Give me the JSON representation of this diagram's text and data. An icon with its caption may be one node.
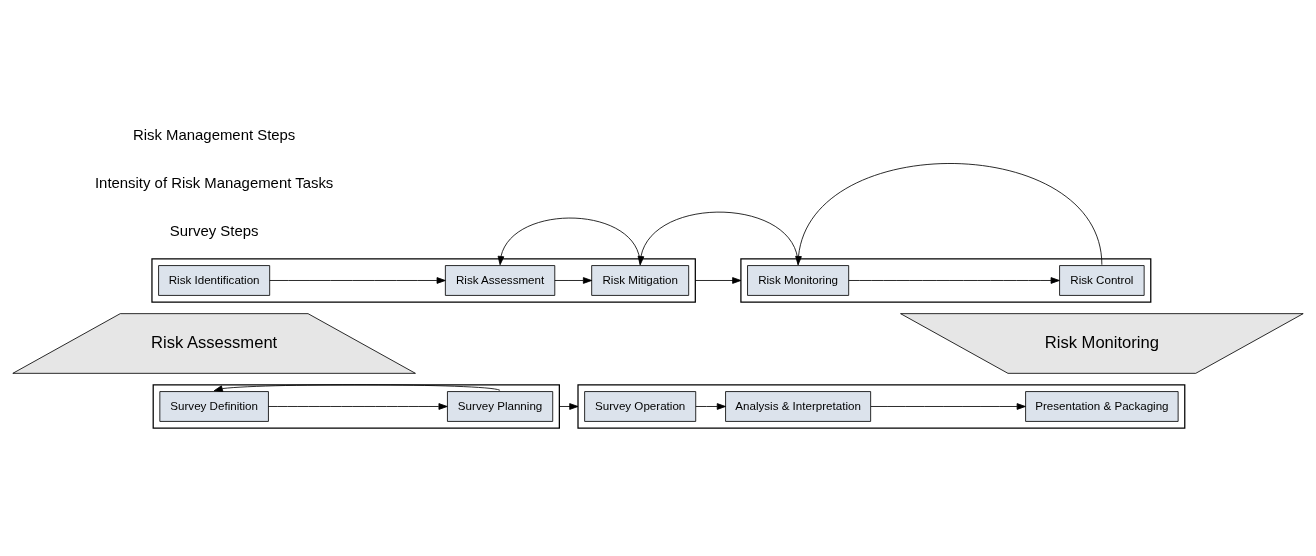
{
  "diagram": {
    "nodes": [
      {
        "text": [],
        "shape": "box"
      },
      {
        "text": [
          "Risk Identification"
        ],
        "in": 0
      },
      {
        "text": [
          "Risk Assessment"
        ],
        "in": 0
      },
      {
        "text": [
          "Risk Mitigation"
        ],
        "in": 0
      },
      {
        "text": [],
        "shape": "box"
      },
      {
        "text": [
          "Risk Monitoring"
        ],
        "in": 4
      },
      {
        "text": [
          "Risk Control"
        ],
        "in": 4
      },
      {
        "text": [
          "Risk Assessment"
        ]
      },
      {
        "text": [
          "Risk Monitoring"
        ]
      },
      {
        "text": [],
        "shape": "box"
      },
      {
        "text": [
          "Survey Definition"
        ],
        "in": 9
      },
      {
        "text": [
          "Survey Planning"
        ],
        "in": 9
      },
      {
        "text": [],
        "shape": "box"
      },
      {
        "text": [
          "Survey Operation"
        ],
        "in": 12
      },
      {
        "text": [
          "Analysis & Interpretation"
        ],
        "in": 12
      },
      {
        "text": [
          "Presentation & Packaging"
        ],
        "in": 12
      }
    ],
    "edges": [
      {
        "from": 1,
        "to": 2,
        "arrow": "to"
      },
      {
        "from": 2,
        "to": 3,
        "arrow": "to"
      },
      {
        "from": 0,
        "to": 4,
        "arrow": "to"
      },
      {
        "from": 5,
        "to": 6,
        "arrow": "to"
      },
      {
        "from": 3,
        "to": 2,
        "arrow": "to"
      },
      {
        "from": 5,
        "to": 3,
        "arrow": "to"
      },
      {
        "from": 6,
        "to": 5,
        "arrow": "to"
      },
      {
        "from": 10,
        "to": 11,
        "arrow": "to"
      },
      {
        "from": 9,
        "to": 12,
        "arrow": "to"
      },
      {
        "from": 13,
        "to": 14,
        "arrow": "to"
      },
      {
        "from": 14,
        "to": 15,
        "arrow": "to"
      },
      {
        "from": 11,
        "to": 10,
        "arrow": "to"
      }
    ],
    "labels": [
      "Risk Management Steps",
      "Intensity of Risk Management Tasks",
      "Survey Steps"
    ]
  }
}
